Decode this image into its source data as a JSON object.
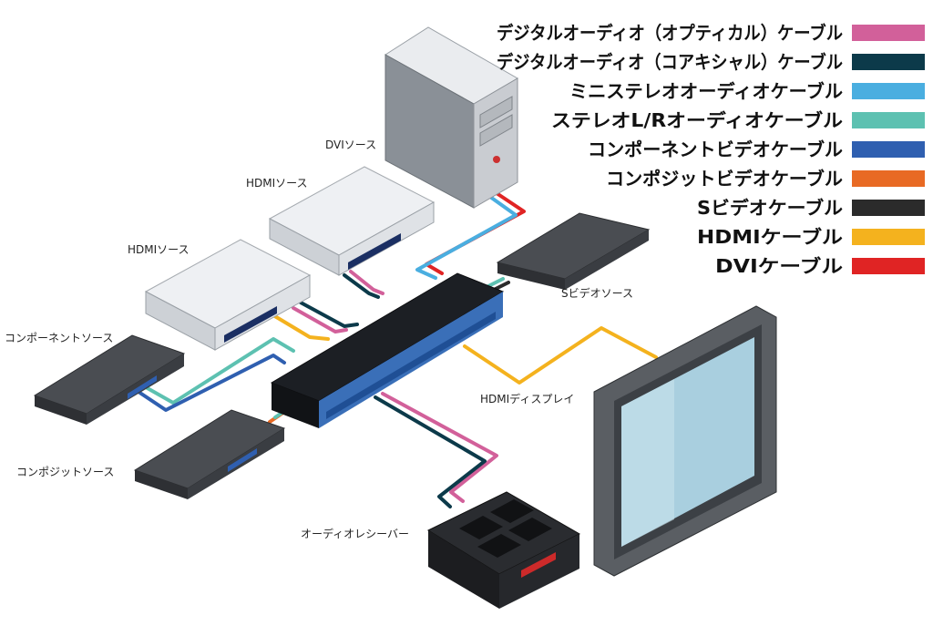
{
  "legend": [
    {
      "label": "デジタルオーディオ（オプティカル）ケーブル",
      "color": "#d2609a"
    },
    {
      "label": "デジタルオーディオ（コアキシャル）ケーブル",
      "color": "#0c3a4a"
    },
    {
      "label": "ミニステレオオーディオケーブル",
      "color": "#4aaee0"
    },
    {
      "label": "ステレオL/Rオーディオケーブル",
      "color": "#5dc1b1"
    },
    {
      "label": "コンポーネントビデオケーブル",
      "color": "#2f5fb0"
    },
    {
      "label": "コンポジットビデオケーブル",
      "color": "#e86a24"
    },
    {
      "label": "Sビデオケーブル",
      "color": "#2b2b2b"
    },
    {
      "label": "HDMIケーブル",
      "color": "#f4b21e"
    },
    {
      "label": "DVIケーブル",
      "color": "#e02424"
    }
  ],
  "devices": {
    "dvi_source": "DVIソース",
    "hdmi_source_1": "HDMIソース",
    "hdmi_source_2": "HDMIソース",
    "component_source": "コンポーネントソース",
    "composite_source": "コンポジットソース",
    "svideo_source": "Sビデオソース",
    "hdmi_display": "HDMIディスプレイ",
    "audio_receiver": "オーディオレシーバー"
  }
}
